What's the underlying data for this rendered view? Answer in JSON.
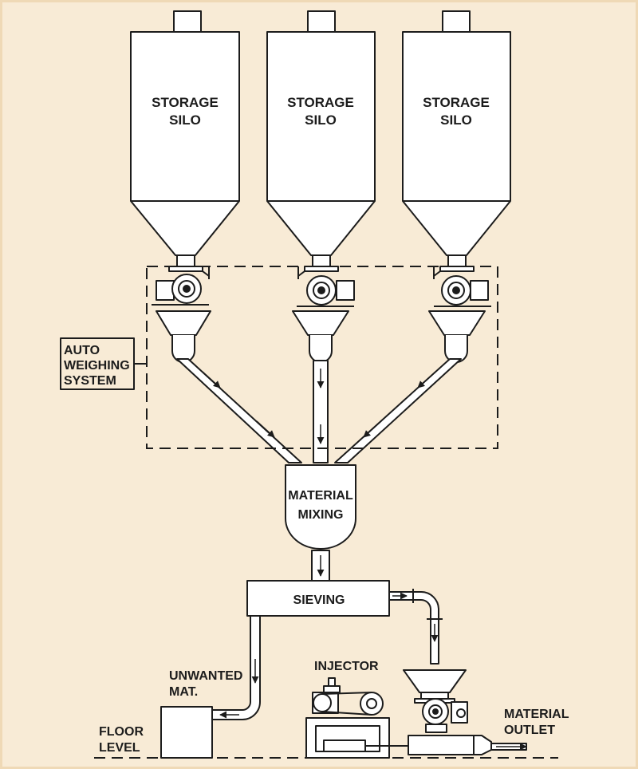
{
  "labels": {
    "silo1_l1": "STORAGE",
    "silo1_l2": "SILO",
    "silo2_l1": "STORAGE",
    "silo2_l2": "SILO",
    "silo3_l1": "STORAGE",
    "silo3_l2": "SILO",
    "auto_l1": "AUTO",
    "auto_l2": "WEIGHING",
    "auto_l3": "SYSTEM",
    "mixing_l1": "MATERIAL",
    "mixing_l2": "MIXING",
    "sieving": "SIEVING",
    "unwanted_l1": "UNWANTED",
    "unwanted_l2": "MAT.",
    "injector": "INJECTOR",
    "outlet_l1": "MATERIAL",
    "outlet_l2": "OUTLET",
    "floor_l1": "FLOOR",
    "floor_l2": "LEVEL"
  },
  "colors": {
    "background": "#f8ebd6",
    "stroke": "#1c1c1c",
    "fill": "#ffffff"
  }
}
